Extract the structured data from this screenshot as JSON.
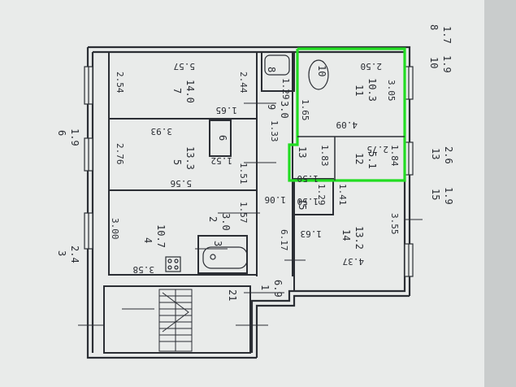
{
  "plan": {
    "paper_color": "#e9ebea",
    "ink_color": "#2b2e34",
    "highlight_color": "#22dd22",
    "room_labels": [
      {
        "id": "room-7",
        "text": "7"
      },
      {
        "id": "room-7-area",
        "text": "14.0"
      },
      {
        "id": "room-5",
        "text": "5"
      },
      {
        "id": "room-5-area",
        "text": "13.3"
      },
      {
        "id": "room-4",
        "text": "4"
      },
      {
        "id": "room-4-area",
        "text": "10.7"
      },
      {
        "id": "room-2",
        "text": "2"
      },
      {
        "id": "room-2-area",
        "text": "3.0"
      },
      {
        "id": "room-3",
        "text": "3"
      },
      {
        "id": "room-6",
        "text": "6"
      },
      {
        "id": "room-8",
        "text": "8"
      },
      {
        "id": "room-8-area",
        "text": "1.7"
      },
      {
        "id": "room-9",
        "text": "9"
      },
      {
        "id": "room-9-area",
        "text": "3.0"
      },
      {
        "id": "room-10",
        "text": "10"
      },
      {
        "id": "room-10-area",
        "text": "1.9"
      },
      {
        "id": "room-11",
        "text": "11"
      },
      {
        "id": "room-11-area",
        "text": "10.3"
      },
      {
        "id": "room-12",
        "text": "12"
      },
      {
        "id": "room-12-area",
        "text": "5.1"
      },
      {
        "id": "room-13",
        "text": "13"
      },
      {
        "id": "room-13-right",
        "text": "13"
      },
      {
        "id": "room-13-area",
        "text": "2.6"
      },
      {
        "id": "room-14",
        "text": "14"
      },
      {
        "id": "room-14-area",
        "text": "13.2"
      },
      {
        "id": "room-15",
        "text": "15"
      },
      {
        "id": "room-15-area",
        "text": "1.9"
      },
      {
        "id": "room-16",
        "text": "6"
      },
      {
        "id": "room-16-area",
        "text": "1.9"
      },
      {
        "id": "room-1",
        "text": "1"
      },
      {
        "id": "room-1-area",
        "text": "6.9"
      },
      {
        "id": "room-3b",
        "text": "3"
      },
      {
        "id": "room-3b-area",
        "text": "2.4"
      },
      {
        "id": "room-21",
        "text": "21"
      },
      {
        "id": "room-8b",
        "text": "8"
      },
      {
        "id": "room-8b-area",
        "text": "1.7"
      }
    ],
    "dimensions": [
      {
        "id": "dim-5-57",
        "text": "5.57"
      },
      {
        "id": "dim-2-54",
        "text": "2.54"
      },
      {
        "id": "dim-2-44",
        "text": "2.44"
      },
      {
        "id": "dim-1-65a",
        "text": "1.65"
      },
      {
        "id": "dim-3-93",
        "text": "3.93"
      },
      {
        "id": "dim-2-76",
        "text": "2.76"
      },
      {
        "id": "dim-5-56",
        "text": "5.56"
      },
      {
        "id": "dim-1-52",
        "text": "1.52"
      },
      {
        "id": "dim-1-51",
        "text": "1.51"
      },
      {
        "id": "dim-1-33",
        "text": "1.33"
      },
      {
        "id": "dim-3-00",
        "text": "3.00"
      },
      {
        "id": "dim-3-58",
        "text": "3.58"
      },
      {
        "id": "dim-1-57",
        "text": "1.57"
      },
      {
        "id": "dim-1-29a",
        "text": "1.29"
      },
      {
        "id": "dim-2-50",
        "text": "2.50"
      },
      {
        "id": "dim-3-05",
        "text": "3.05"
      },
      {
        "id": "dim-1-65b",
        "text": "1.65"
      },
      {
        "id": "dim-4-09",
        "text": "4.09"
      },
      {
        "id": "dim-2-75",
        "text": "2.75"
      },
      {
        "id": "dim-1-83",
        "text": "1.83"
      },
      {
        "id": "dim-1-84",
        "text": "1.84"
      },
      {
        "id": "dim-1-50a",
        "text": "1.50"
      },
      {
        "id": "dim-1-06",
        "text": "1.06"
      },
      {
        "id": "dim-1-50b",
        "text": "1.50"
      },
      {
        "id": "dim-1-29b",
        "text": "1.29"
      },
      {
        "id": "dim-1-41",
        "text": "1.41"
      },
      {
        "id": "dim-1-63",
        "text": "1.63"
      },
      {
        "id": "dim-3-55",
        "text": "3.55"
      },
      {
        "id": "dim-6-17",
        "text": "6.17"
      },
      {
        "id": "dim-4-37",
        "text": "4.37"
      }
    ]
  }
}
